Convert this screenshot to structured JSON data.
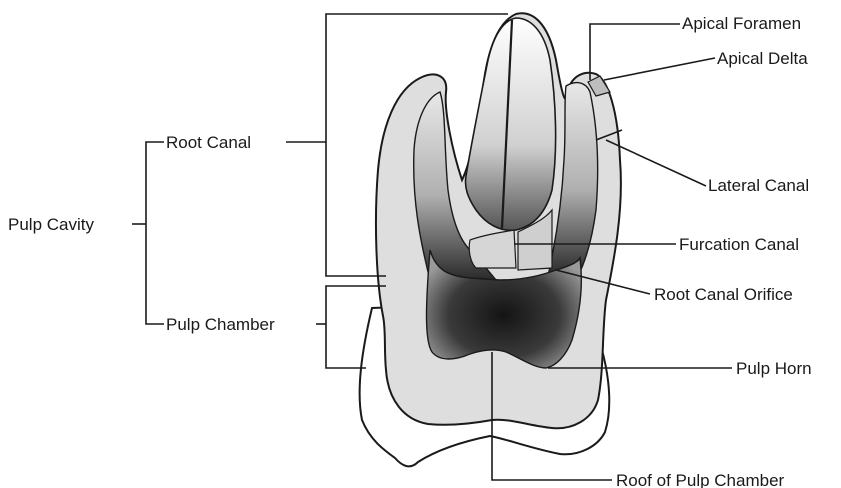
{
  "labels": {
    "apical_foramen": "Apical Foramen",
    "apical_delta": "Apical Delta",
    "lateral_canal": "Lateral Canal",
    "furcation_canal": "Furcation Canal",
    "root_canal_orifice": "Root Canal Orifice",
    "pulp_horn": "Pulp Horn",
    "roof_of_pulp_chamber": "Roof of Pulp Chamber",
    "root_canal": "Root Canal",
    "pulp_chamber": "Pulp Chamber",
    "pulp_cavity": "Pulp Cavity"
  },
  "colors": {
    "enamel": "#ffffff",
    "dentin": "#dcdcdc",
    "pulp_dark": "#1e1e1e",
    "outline": "#1a1a1a"
  }
}
